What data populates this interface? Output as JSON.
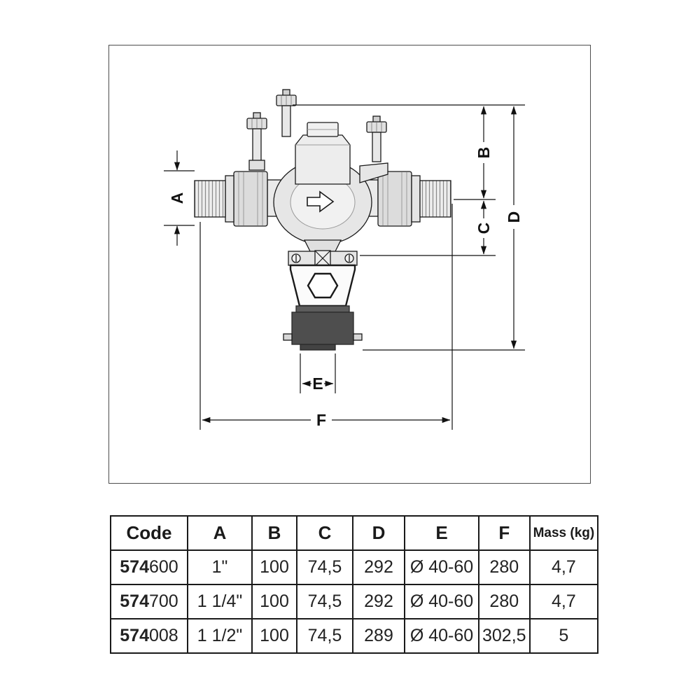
{
  "drawing": {
    "dim_labels": {
      "a": "A",
      "b": "B",
      "c": "C",
      "d": "D",
      "e": "E",
      "f": "F"
    }
  },
  "table": {
    "headers": [
      "Code",
      "A",
      "B",
      "C",
      "D",
      "E",
      "F",
      "Mass (kg)"
    ],
    "rows": [
      {
        "code_prefix": "574",
        "code_suffix": "600",
        "a": "1\"",
        "b": "100",
        "c": "74,5",
        "d": "292",
        "e": "Ø 40-60",
        "f": "280",
        "mass": "4,7"
      },
      {
        "code_prefix": "574",
        "code_suffix": "700",
        "a": "1 1/4\"",
        "b": "100",
        "c": "74,5",
        "d": "292",
        "e": "Ø 40-60",
        "f": "280",
        "mass": "4,7"
      },
      {
        "code_prefix": "574",
        "code_suffix": "008",
        "a": "1 1/2\"",
        "b": "100",
        "c": "74,5",
        "d": "289",
        "e": "Ø 40-60",
        "f": "302,5",
        "mass": "5"
      }
    ]
  }
}
